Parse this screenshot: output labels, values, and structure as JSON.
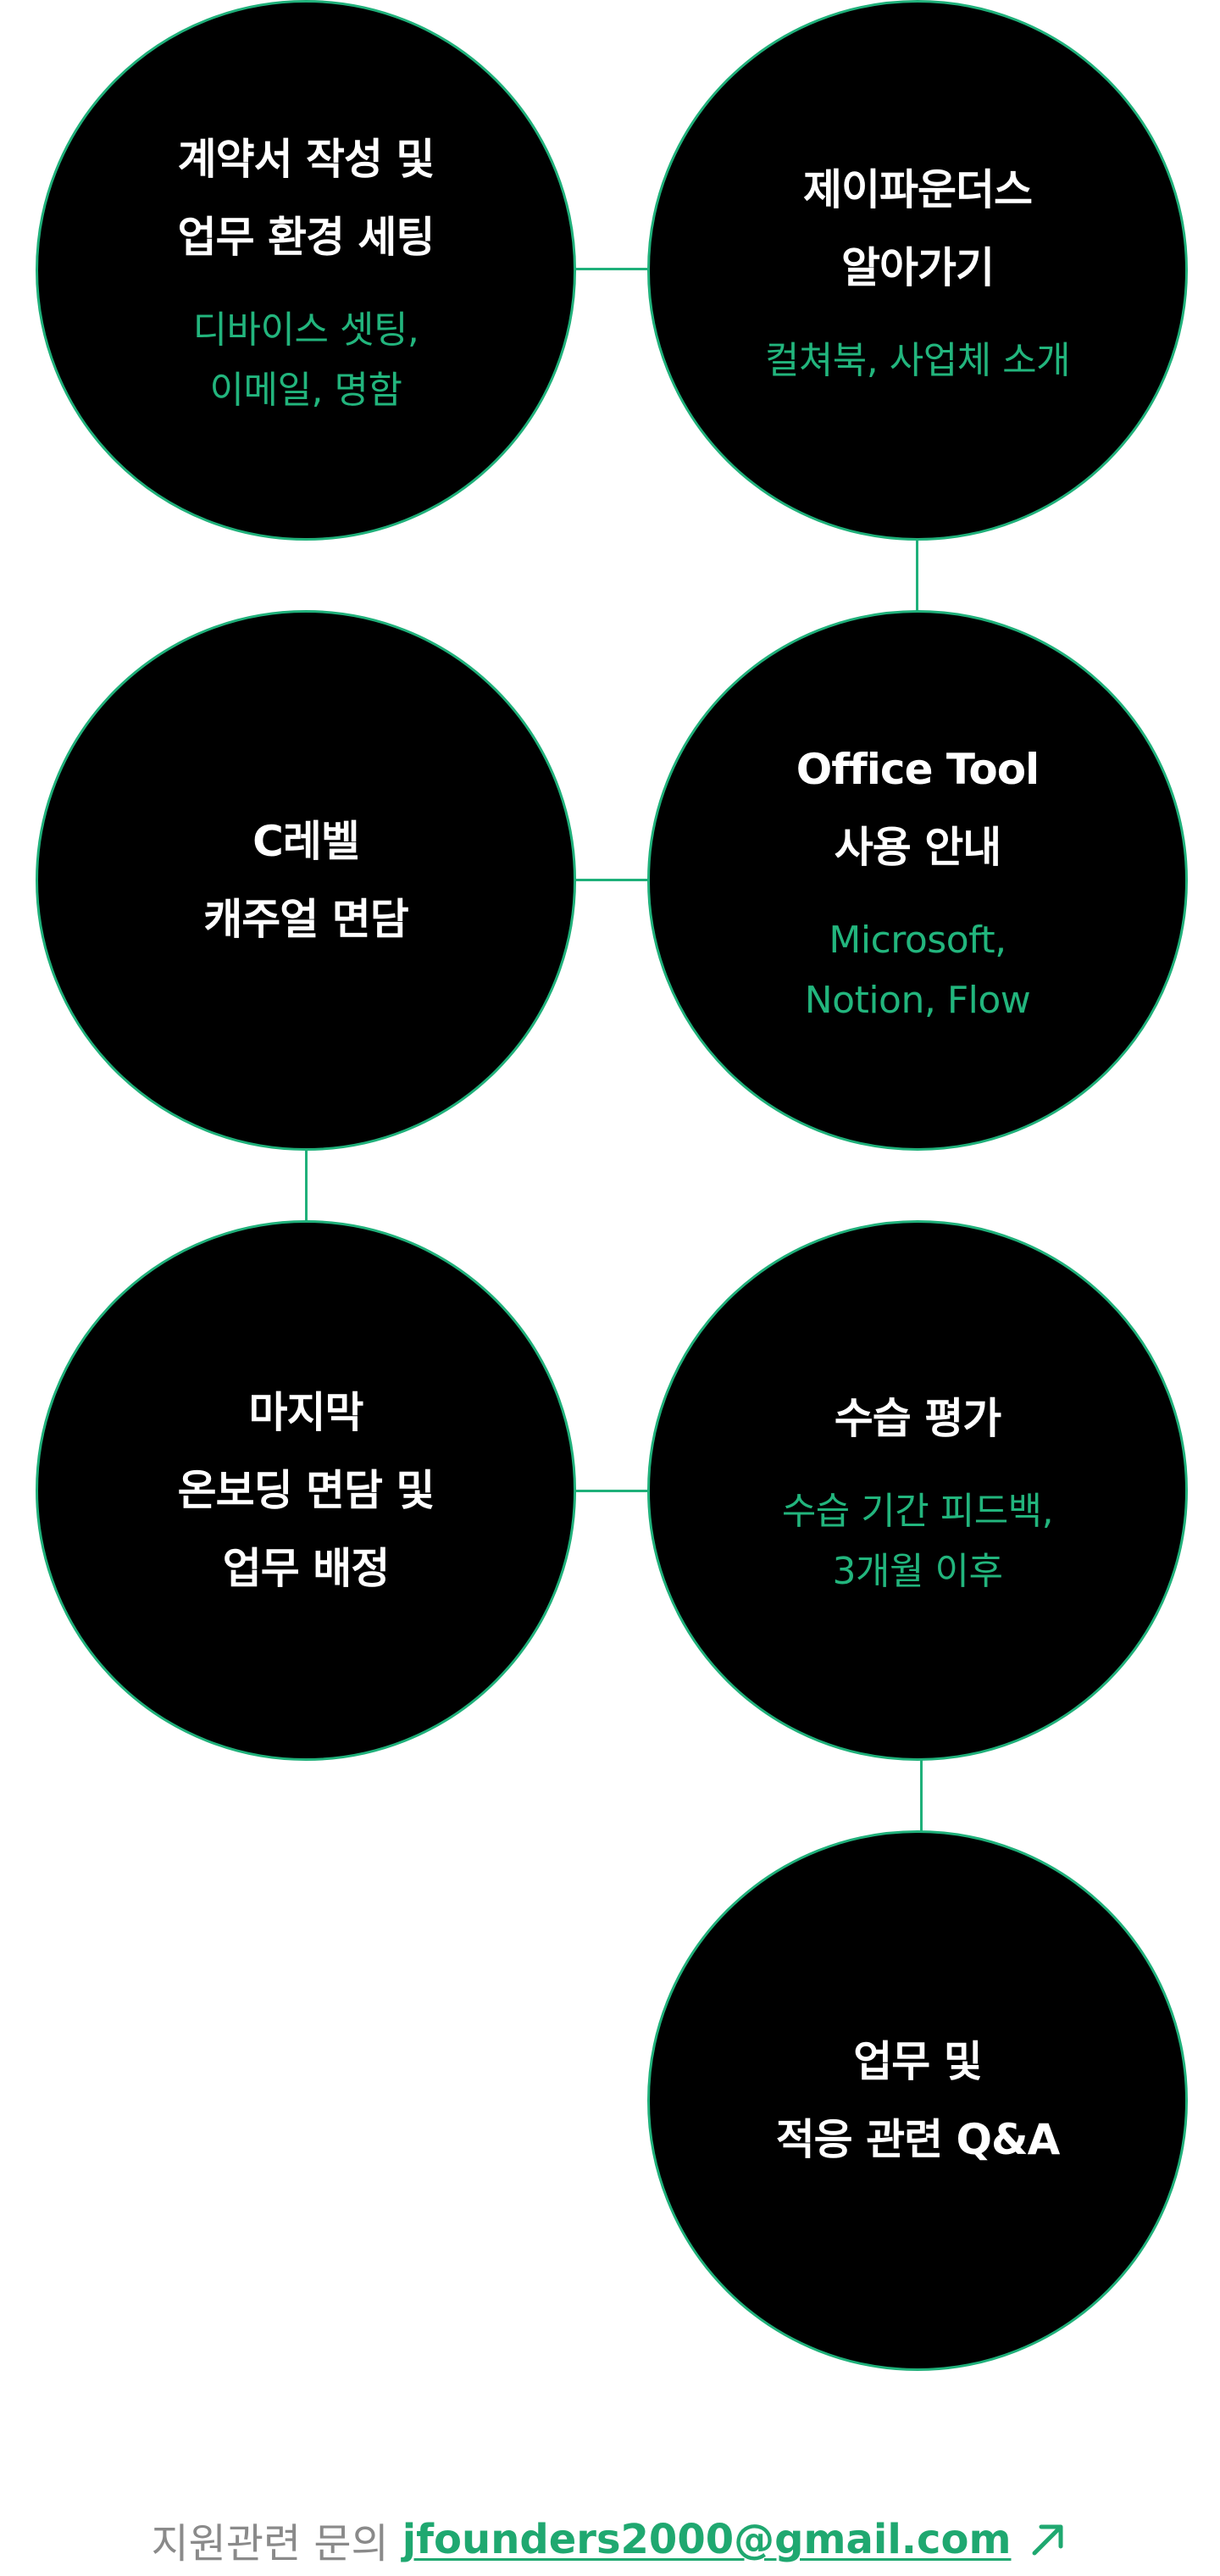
{
  "steps": [
    {
      "title": "계약서 작성 및\n업무 환경 세팅",
      "subtitle": "디바이스 셋팅,\n이메일, 명함"
    },
    {
      "title": "제이파운더스\n알아가기",
      "subtitle": "컬쳐북, 사업체 소개"
    },
    {
      "title": "C레벨\n캐주얼 면담",
      "subtitle": ""
    },
    {
      "title": "Office Tool\n사용 안내",
      "subtitle": "Microsoft,\nNotion, Flow"
    },
    {
      "title": "마지막\n온보딩 면담 및\n업무 배정",
      "subtitle": ""
    },
    {
      "title": "수습 평가",
      "subtitle": "수습 기간 피드백,\n3개월 이후"
    },
    {
      "title": "업무 및\n적응 관련 Q&A",
      "subtitle": ""
    }
  ],
  "footer": {
    "label": "지원관련 문의",
    "email": "jfounders2000@gmail.com",
    "arrow_icon": "arrow-up-right-icon"
  },
  "colors": {
    "accent": "#1fb07a",
    "circle_bg": "#000000",
    "title_text": "#ffffff",
    "label_gray": "#8a8a8a"
  }
}
